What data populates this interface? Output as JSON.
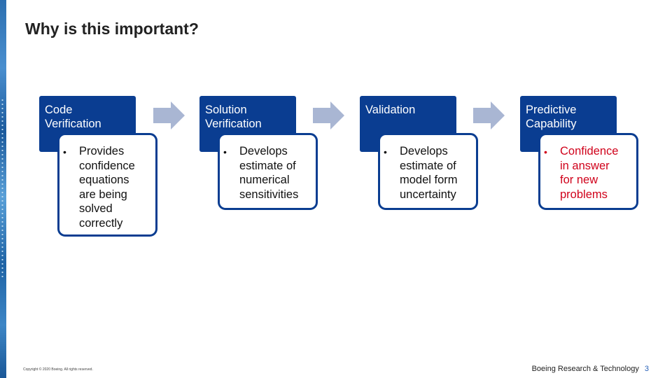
{
  "title": "Why is this important?",
  "steps": [
    {
      "heading_line1": "Code",
      "heading_line2": "Verification",
      "body": [
        "Provides",
        "confidence",
        "equations",
        "are being",
        "solved",
        "correctly"
      ]
    },
    {
      "heading_line1": "Solution",
      "heading_line2": "Verification",
      "body": [
        "Develops",
        "estimate of",
        "numerical",
        "sensitivities"
      ]
    },
    {
      "heading_line1": "Validation",
      "heading_line2": "",
      "body": [
        "Develops",
        "estimate of",
        "model form",
        "uncertainty"
      ]
    },
    {
      "heading_line1": "Predictive",
      "heading_line2": "Capability",
      "body": [
        "Confidence",
        "in answer",
        "for new",
        "problems"
      ]
    }
  ],
  "bullet_symbol": "•",
  "footer": {
    "copyright": "Copyright © 2020 Boeing. All rights reserved.",
    "org": "Boeing Research & Technology",
    "page": "3"
  },
  "colors": {
    "box_fill": "#0a3d91",
    "arrow": "#a9b6d3",
    "highlight_text": "#d0021b"
  }
}
